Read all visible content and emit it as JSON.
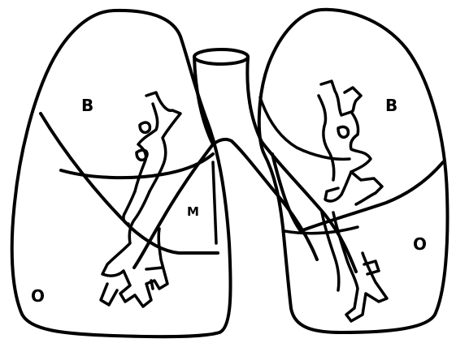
{
  "diagram": {
    "labels": {
      "right_lung_upper": "B",
      "left_lung_upper": "B",
      "right_lung_middle": "M",
      "right_lung_lower": "O",
      "left_lung_lower": "O"
    },
    "colors": {
      "ink": "#000000",
      "background": "#ffffff"
    }
  }
}
